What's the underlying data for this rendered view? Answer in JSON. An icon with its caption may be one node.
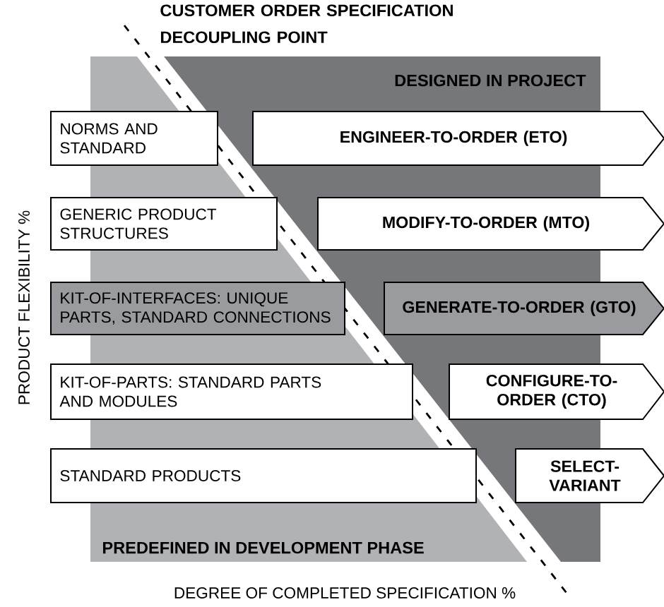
{
  "diagram": {
    "title": "CUSTOMER ORDER SPECIFICATION DECOUPLING POINT",
    "nodes": [
      {
        "text": [
          "DESIGNED IN PROJECT"
        ]
      },
      {
        "text": [
          "PREDEFINED IN DEVELOPMENT PHASE"
        ]
      },
      {
        "text": [
          "NORMS AND STANDARD"
        ]
      },
      {
        "text": [
          "ENGINEER-TO-ORDER (ETO)"
        ]
      },
      {
        "text": [
          "GENERIC PRODUCT STRUCTURES"
        ]
      },
      {
        "text": [
          "MODIFY-TO-ORDER (MTO)"
        ]
      },
      {
        "text": [
          "KIT-OF-INTERFACES: UNIQUE PARTS, STANDARD CONNECTIONS"
        ]
      },
      {
        "text": [
          "GENERATE-TO-ORDER (GTO)"
        ]
      },
      {
        "text": [
          "KIT-OF-PARTS: STANDARD PARTS AND MODULES"
        ]
      },
      {
        "text": [
          "CONFIGURE-TO-ORDER (CTO)"
        ]
      },
      {
        "text": [
          "STANDARD PRODUCTS"
        ]
      },
      {
        "text": [
          "SELECT-VARIANT"
        ]
      }
    ],
    "labels": [
      "PRODUCT FLEXIBILITY %",
      "DEGREE OF COMPLETED SPECIFICATION %"
    ]
  }
}
